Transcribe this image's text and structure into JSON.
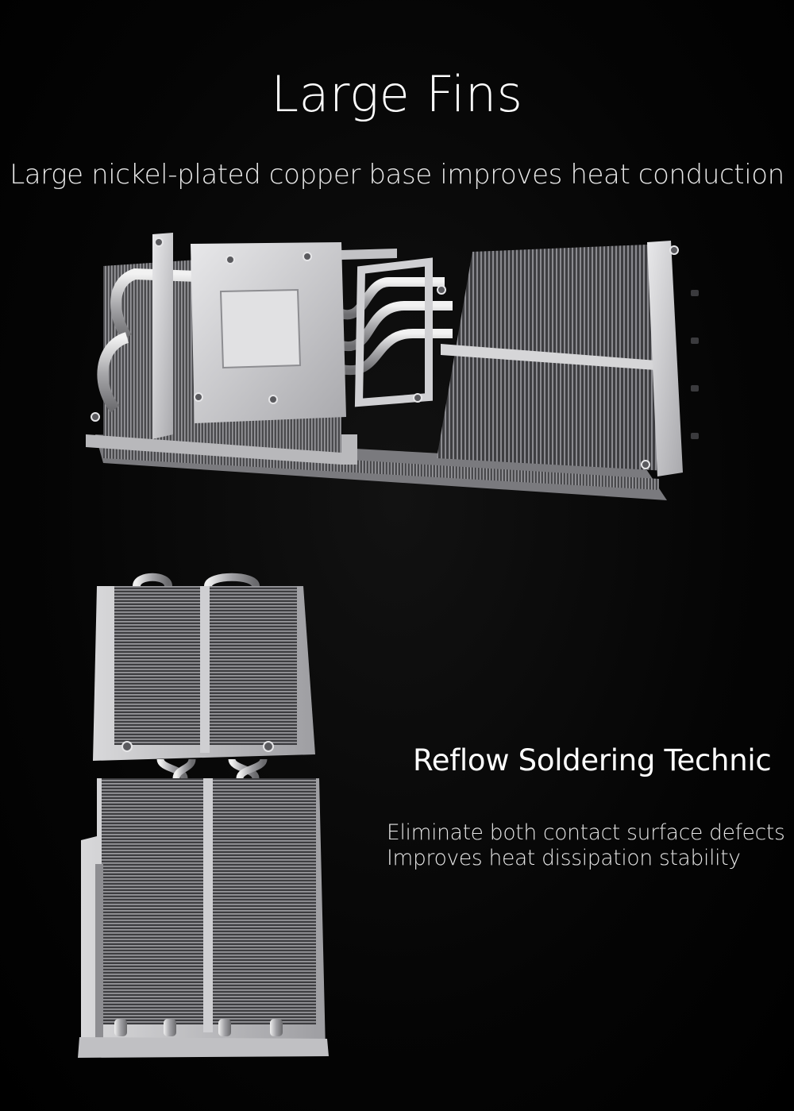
{
  "hero": {
    "title": "Large Fins",
    "subtitle": "Large nickel-plated copper base improves heat conduction"
  },
  "feature": {
    "title": "Reflow Soldering Technic",
    "lines": [
      "Eliminate both contact surface defects",
      "Improves heat dissipation stability"
    ]
  },
  "colors": {
    "background": "#000000",
    "metal": "#c9c9cb",
    "text": "#ffffff"
  }
}
